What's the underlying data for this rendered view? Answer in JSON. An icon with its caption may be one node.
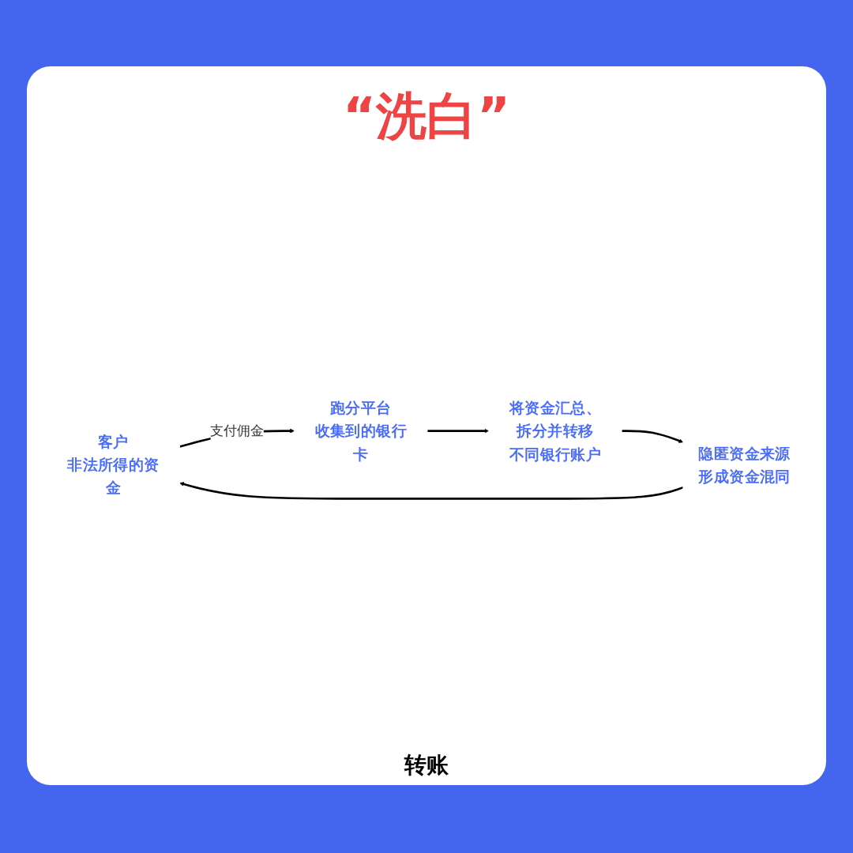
{
  "diagram": {
    "title": "“洗白”",
    "nodes": [
      {
        "text": [
          "客户",
          "非法所得的资金"
        ]
      },
      {
        "text": [
          "跑分平台",
          "收集到的银行卡"
        ]
      },
      {
        "text": [
          "将资金汇总、拆分并转移",
          "不同银行账户"
        ]
      },
      {
        "text": [
          "隐匿资金来源",
          "形成资金混同"
        ]
      }
    ],
    "edges": [
      {
        "from": 0,
        "to": 1,
        "arrow": "to",
        "label": "支付佣金"
      },
      {
        "from": 1,
        "to": 2,
        "arrow": "to"
      },
      {
        "from": 2,
        "to": 3,
        "arrow": "to"
      },
      {
        "from": 3,
        "to": 0,
        "arrow": "to"
      }
    ],
    "labels": [
      "转账"
    ]
  }
}
